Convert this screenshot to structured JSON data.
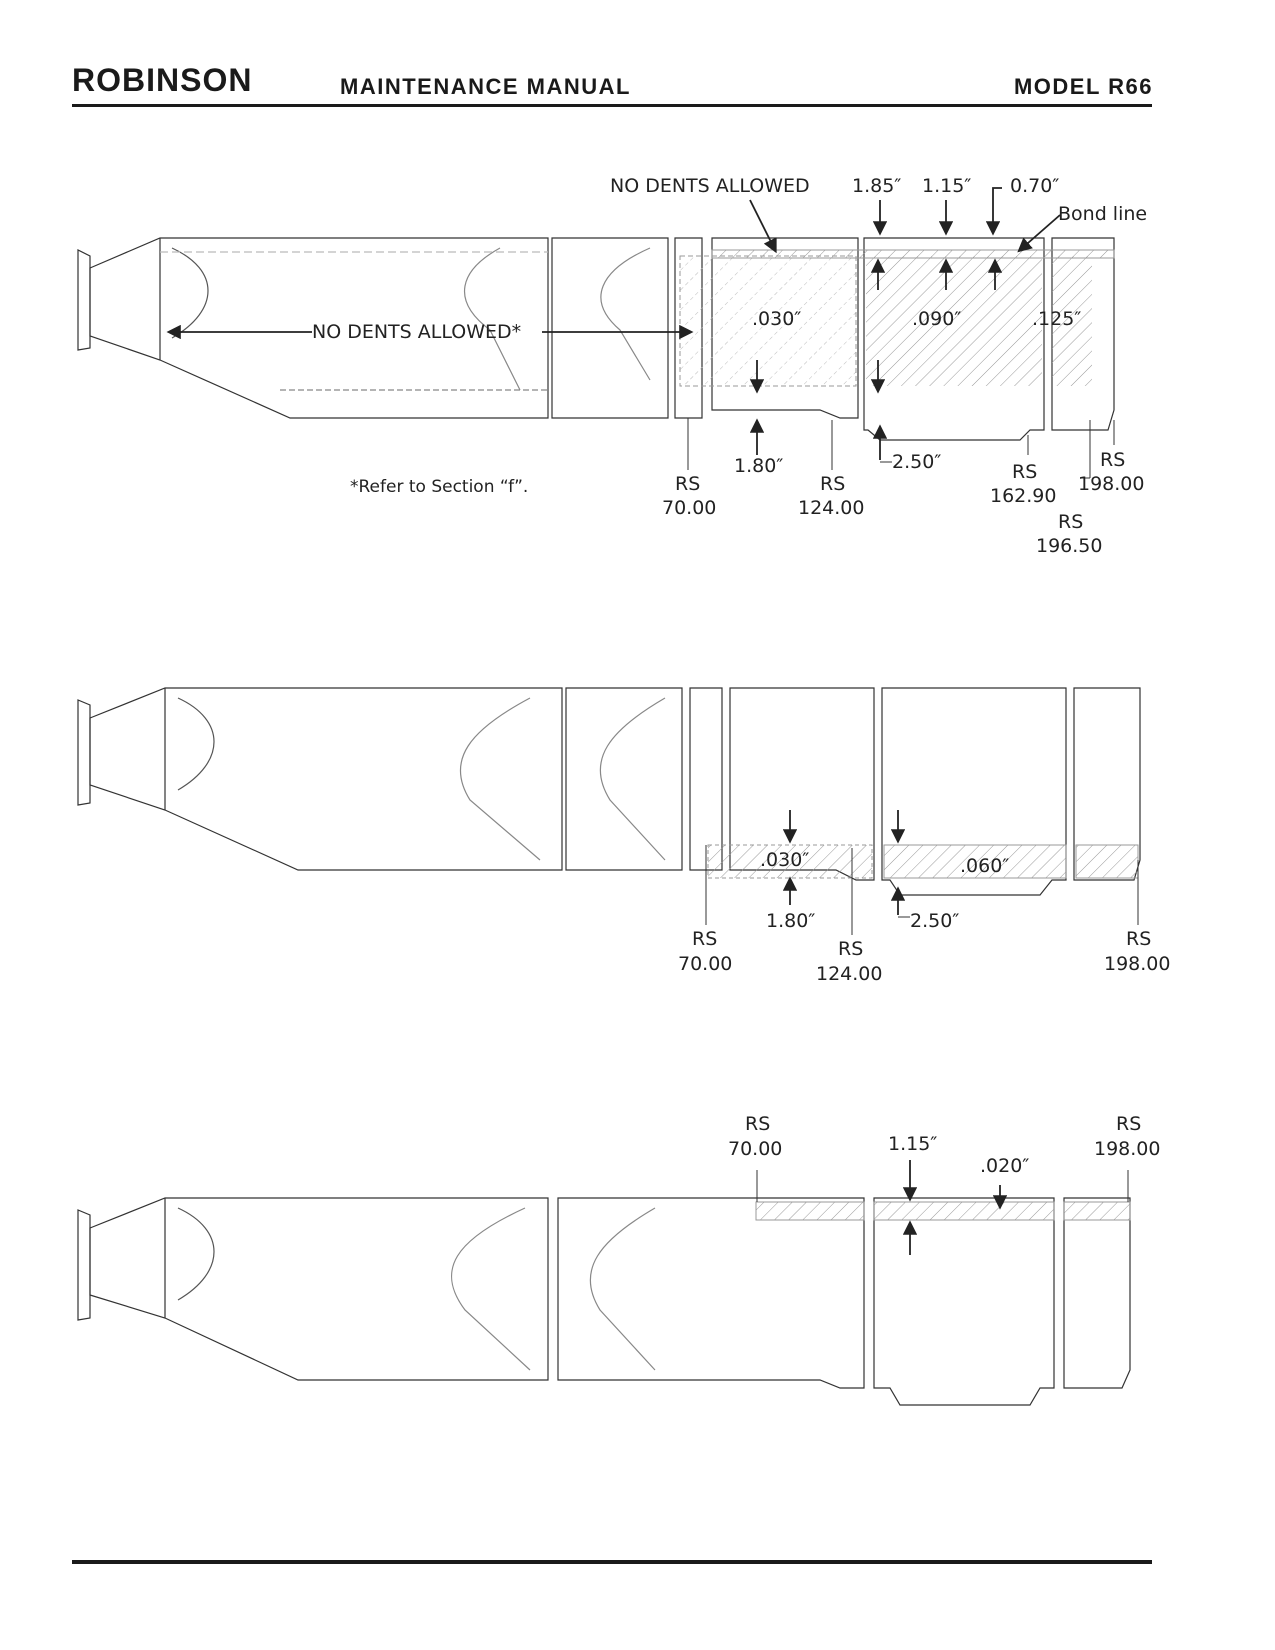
{
  "header": {
    "brand": "ROBINSON",
    "manual_title": "MAINTENANCE MANUAL",
    "model": "MODEL R66"
  },
  "figure1": {
    "no_dents_top": "NO DENTS ALLOWED",
    "dim_185": "1.85″",
    "dim_115": "1.15″",
    "dim_070": "0.70″",
    "bond_line": "Bond line",
    "no_dents_center": "NO DENTS ALLOWED*",
    "thk_030": ".030″",
    "thk_090": ".090″",
    "thk_125": ".125″",
    "dim_180": "1.80″",
    "dim_250": "2.50″",
    "footnote": "*Refer to Section “f”.",
    "rs": "RS",
    "rs_70": "70.00",
    "rs_124": "124.00",
    "rs_16290": "162.90",
    "rs_198": "198.00",
    "rs_19650": "196.50"
  },
  "figure2": {
    "thk_030": ".030″",
    "thk_060": ".060″",
    "dim_180": "1.80″",
    "dim_250": "2.50″",
    "rs": "RS",
    "rs_70": "70.00",
    "rs_124": "124.00",
    "rs_198": "198.00"
  },
  "figure3": {
    "rs": "RS",
    "rs_70": "70.00",
    "rs_198": "198.00",
    "dim_115": "1.15″",
    "thk_020": ".020″"
  }
}
